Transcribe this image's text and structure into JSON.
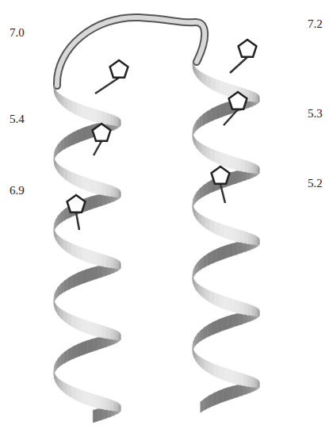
{
  "diagram": {
    "labels": [
      "7.0",
      "5.4",
      "6.9",
      "7.2",
      "5.3",
      "5.2"
    ]
  }
}
